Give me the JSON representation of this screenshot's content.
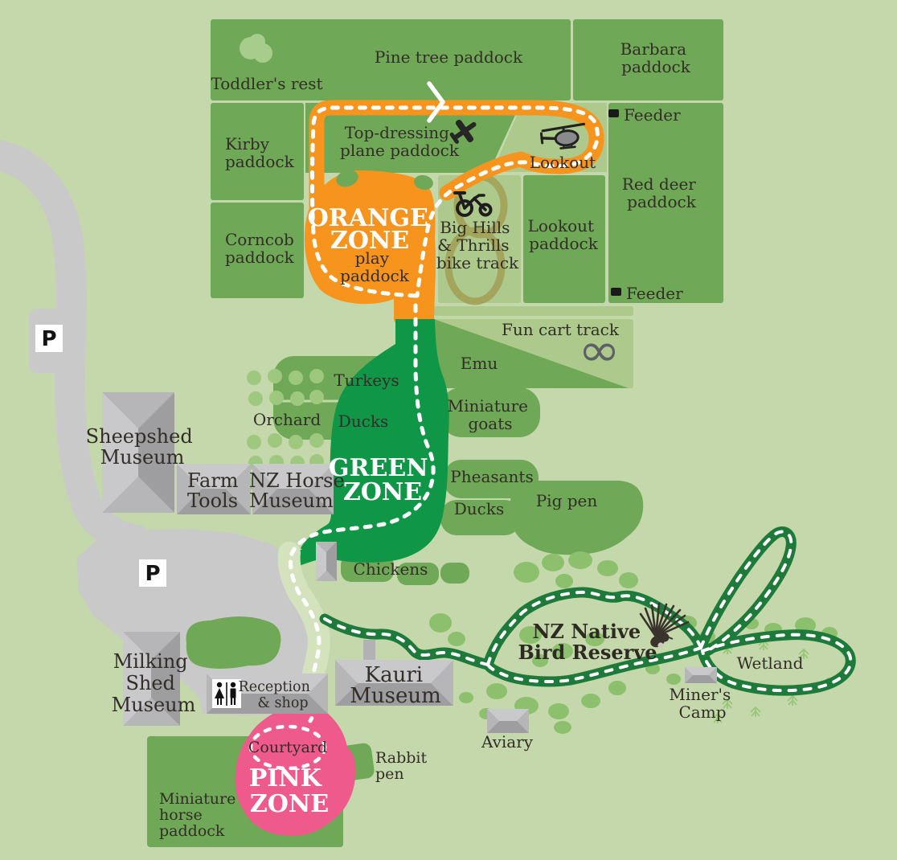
{
  "colors": {
    "background": "#c5d8ac",
    "paddock_green": "#6fa856",
    "pale_green": "#adc98c",
    "tree_green": "#8cc06d",
    "orchard_green": "#9dc87e",
    "green_zone": "#0f9747",
    "trail_green": "#1e7a3a",
    "orange_zone": "#f6941e",
    "pink_zone": "#ef5a8c",
    "road_gray": "#c9c9c9",
    "building_gray": "#b6b6b8",
    "olive_track": "#a2a257",
    "text_dark": "#322d26",
    "route_white": "#ffffff"
  },
  "icons": {
    "plane": "topdressing-plane-icon",
    "helicopter": "helicopter-icon",
    "tricycle": "tricycle-icon",
    "fantail_bird": "fantail-bird-icon",
    "restroom": "restroom-icon",
    "feeder": "feeder-square-icon",
    "parking": "parking-icon",
    "infinity_track": "infinity-cart-track-icon"
  },
  "labels": {
    "pine_tree": [
      "Pine tree paddock"
    ],
    "toddlers_rest": [
      "Toddler's rest"
    ],
    "barbara": [
      "Barbara",
      "paddock"
    ],
    "kirby": [
      "Kirby",
      "paddock"
    ],
    "top_dressing": [
      "Top-dressing",
      "plane paddock"
    ],
    "lookout": [
      "Lookout"
    ],
    "feeder_top": [
      "Feeder"
    ],
    "feeder_bottom": [
      "Feeder"
    ],
    "red_deer": [
      "Red deer",
      "paddock"
    ],
    "corncob": [
      "Corncob",
      "paddock"
    ],
    "orange_zone": [
      "ORANGE",
      "ZONE"
    ],
    "play_paddock": [
      "play",
      "paddock"
    ],
    "big_hills": [
      "Big Hills",
      "& Thrills",
      "bike track"
    ],
    "lookout_paddock": [
      "Lookout",
      "paddock"
    ],
    "fun_cart": [
      "Fun cart track"
    ],
    "emu": [
      "Emu"
    ],
    "turkeys": [
      "Turkeys"
    ],
    "ducks_upper": [
      "Ducks"
    ],
    "orchard": [
      "Orchard"
    ],
    "miniature_goats": [
      "Miniature",
      "goats"
    ],
    "sheepshed": [
      "Sheepshed",
      "Museum"
    ],
    "farm_tools": [
      "Farm",
      "Tools"
    ],
    "nz_horse": [
      "NZ Horse",
      "Museum"
    ],
    "green_zone": [
      "GREEN",
      "ZONE"
    ],
    "pheasants": [
      "Pheasants"
    ],
    "ducks_lower": [
      "Ducks"
    ],
    "pig_pen": [
      "Pig pen"
    ],
    "chickens": [
      "Chickens"
    ],
    "parking_1": [
      "P"
    ],
    "parking_2": [
      "P"
    ],
    "milking_shed": [
      "Milking",
      "Shed",
      "Museum"
    ],
    "reception": [
      "Reception",
      "& shop"
    ],
    "kauri": [
      "Kauri",
      "Museum"
    ],
    "bird_reserve": [
      "NZ Native",
      "Bird Reserve"
    ],
    "miners_camp": [
      "Miner's",
      "Camp"
    ],
    "wetland": [
      "Wetland"
    ],
    "aviary": [
      "Aviary"
    ],
    "courtyard": [
      "Courtyard"
    ],
    "pink_zone": [
      "PINK",
      "ZONE"
    ],
    "rabbit_pen": [
      "Rabbit",
      "pen"
    ],
    "miniature_horse": [
      "Miniature",
      "horse",
      "paddock"
    ],
    "infinity_symbol": [
      "∞"
    ]
  }
}
